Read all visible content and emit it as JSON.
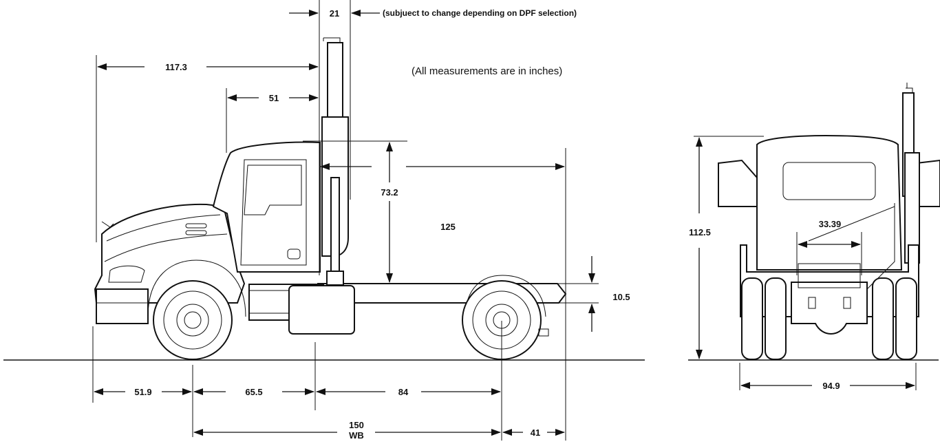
{
  "note": {
    "units_caption": "(All measurements are in inches)",
    "dpf_note": "(subjuect to change depending on DPF selection)"
  },
  "dimensions": {
    "exhaust_width": "21",
    "bumper_to_back_of_cab": "117.3",
    "cab_length": "51",
    "cab_height_above_frame": "73.2",
    "overall_height_label": "125",
    "frame_height": "10.5",
    "front_overhang": "51.9",
    "front_axle_to_back_of_cab": "65.5",
    "back_of_cab_to_rear_axle": "84",
    "wheelbase_value": "150",
    "wheelbase_label": "WB",
    "rear_overhang": "41",
    "rear_view_height": "112.5",
    "frame_width": "33.39",
    "overall_width": "94.9"
  },
  "colors": {
    "ink": "#111111",
    "paper": "#ffffff"
  }
}
